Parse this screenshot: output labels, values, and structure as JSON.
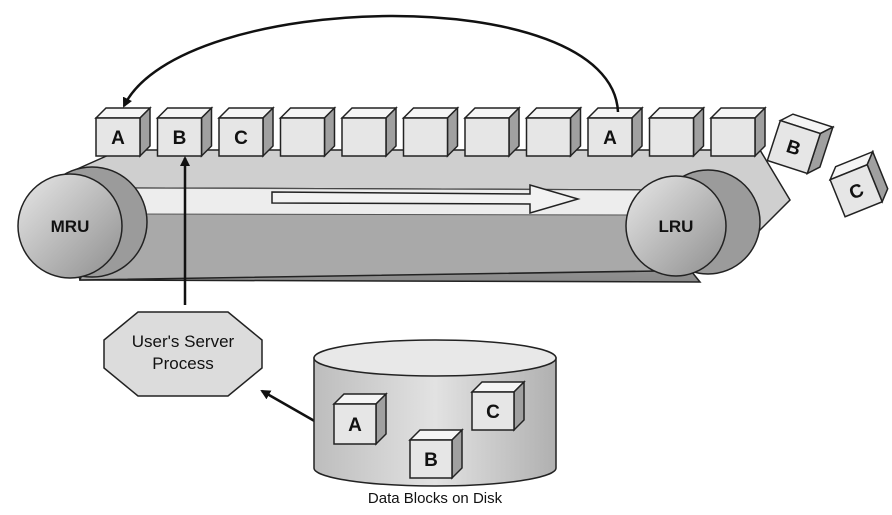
{
  "belt": {
    "mru_label": "MRU",
    "lru_label": "LRU",
    "blocks": [
      "A",
      "B",
      "C",
      "",
      "",
      "",
      "",
      "",
      "A",
      "",
      ""
    ],
    "falling_blocks": [
      "B",
      "C"
    ]
  },
  "process": {
    "label_line1": "User's Server",
    "label_line2": "Process"
  },
  "disk": {
    "caption": "Data Blocks on Disk",
    "blocks": [
      "A",
      "B",
      "C"
    ]
  },
  "colors": {
    "belt": "#c8c8c8",
    "belt_dark": "#9a9a9a",
    "block_face": "#e6e6e6",
    "disk": "#d2d2d2",
    "stroke": "#222222"
  }
}
